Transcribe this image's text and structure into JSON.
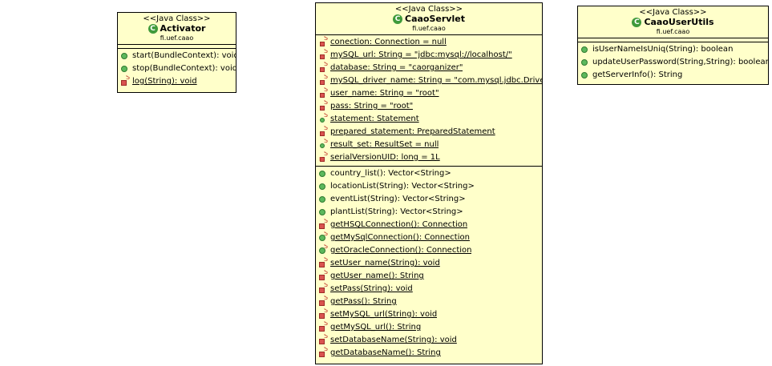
{
  "classes": [
    {
      "stereotype": "<<Java Class>>",
      "name": "Activator",
      "package": "fi.uef.caao",
      "attributes": [],
      "methods": [
        {
          "text": "start(BundleContext): void",
          "icon": "public-method-icon",
          "static": false
        },
        {
          "text": "stop(BundleContext): void",
          "icon": "public-method-icon",
          "static": false
        },
        {
          "text": "log(String): void",
          "icon": "private-static-method-icon",
          "static": true
        }
      ]
    },
    {
      "stereotype": "<<Java Class>>",
      "name": "CaaoServlet",
      "package": "fi.uef.caao",
      "attributes": [
        {
          "text": "conection: Connection = null",
          "icon": "private-static-field-icon",
          "static": true
        },
        {
          "text": "mySQL_url: String = \"jdbc:mysql://localhost/\"",
          "icon": "private-static-field-icon",
          "static": true
        },
        {
          "text": "database: String = \"caorganizer\"",
          "icon": "private-static-field-icon",
          "static": true
        },
        {
          "text": "mySQL_driver_name: String = \"com.mysql.jdbc.Driver\"",
          "icon": "private-static-field-icon",
          "static": true
        },
        {
          "text": "user_name: String = \"root\"",
          "icon": "private-static-field-icon",
          "static": true
        },
        {
          "text": "pass: String = \"root\"",
          "icon": "private-static-field-icon",
          "static": true
        },
        {
          "text": "statement: Statement",
          "icon": "package-static-field-icon",
          "static": true
        },
        {
          "text": "prepared_statement: PreparedStatement",
          "icon": "private-static-field-icon",
          "static": true
        },
        {
          "text": "result_set: ResultSet = null",
          "icon": "package-static-field-icon",
          "static": true
        },
        {
          "text": "serialVersionUID: long = 1L",
          "icon": "static-final-field-icon",
          "static": true
        }
      ],
      "methods": [
        {
          "text": "country_list(): Vector<String>",
          "icon": "public-method-icon",
          "static": false
        },
        {
          "text": "locationList(String): Vector<String>",
          "icon": "public-method-icon",
          "static": false
        },
        {
          "text": "eventList(String): Vector<String>",
          "icon": "public-method-icon",
          "static": false
        },
        {
          "text": "plantList(String): Vector<String>",
          "icon": "public-method-icon",
          "static": false
        },
        {
          "text": "getHSQLConnection(): Connection",
          "icon": "private-static-method-icon",
          "static": true
        },
        {
          "text": "getMySqlConnection(): Connection",
          "icon": "package-static-method-icon",
          "static": true
        },
        {
          "text": "getOracleConnection(): Connection",
          "icon": "package-static-method-icon",
          "static": true
        },
        {
          "text": "setUser_name(String): void",
          "icon": "private-static-method-icon",
          "static": true
        },
        {
          "text": "getUser_name(): String",
          "icon": "private-static-method-icon",
          "static": true
        },
        {
          "text": "setPass(String): void",
          "icon": "private-static-method-icon",
          "static": true
        },
        {
          "text": "getPass(): String",
          "icon": "private-static-method-icon",
          "static": true
        },
        {
          "text": "setMySQL_url(String): void",
          "icon": "private-static-method-icon",
          "static": true
        },
        {
          "text": "getMySQL_url(): String",
          "icon": "private-static-method-icon",
          "static": true
        },
        {
          "text": "setDatabaseName(String): void",
          "icon": "private-static-method-icon",
          "static": true
        },
        {
          "text": "getDatabaseName(): String",
          "icon": "private-static-method-icon",
          "static": true
        }
      ]
    },
    {
      "stereotype": "<<Java Class>>",
      "name": "CaaoUserUtils",
      "package": "fi.uef.caao",
      "attributes": [],
      "methods": [
        {
          "text": "isUserNameIsUniq(String): boolean",
          "icon": "public-method-icon",
          "static": false
        },
        {
          "text": "updateUserPassword(String,String): boolean",
          "icon": "public-method-icon",
          "static": false
        },
        {
          "text": "getServerInfo(): String",
          "icon": "public-method-icon",
          "static": false
        }
      ]
    }
  ],
  "colors": {
    "class_fill": "#ffffca",
    "border": "#000000",
    "public": "#5cb85c",
    "private": "#d9534f"
  }
}
